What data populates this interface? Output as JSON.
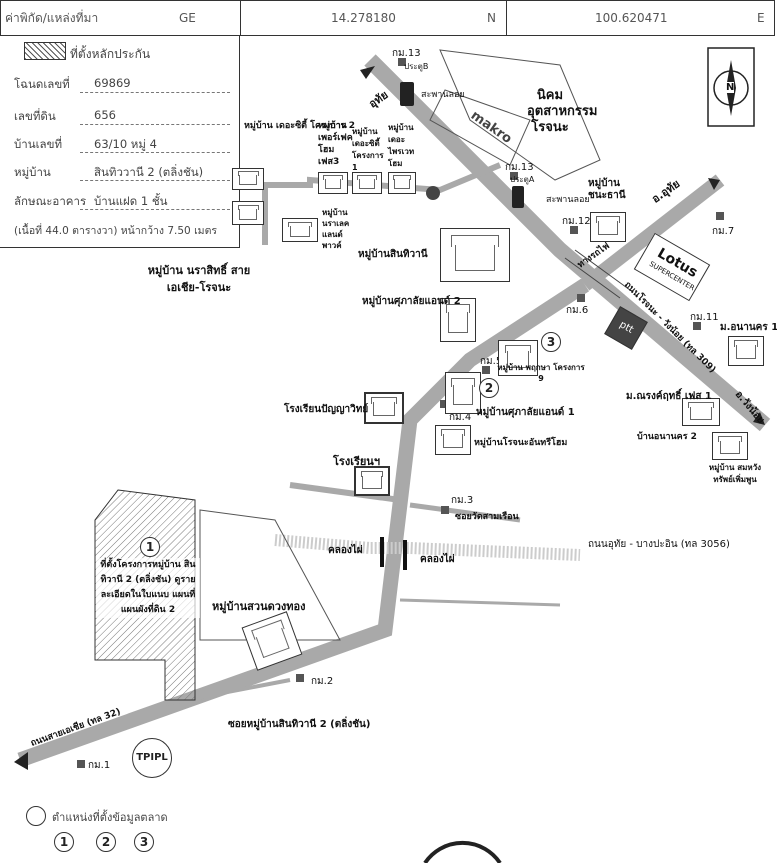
{
  "header": {
    "label": "ค่าพิกัด/แหล่งที่มา",
    "ge": "GE",
    "lat": "14.278180",
    "n": "N",
    "lon": "100.620471",
    "e": "E"
  },
  "info": {
    "legend_label": "ที่ตั้งหลักประกัน",
    "rows": [
      {
        "k": "โฉนดเลขที่",
        "v": "69869"
      },
      {
        "k": "เลขที่ดิน",
        "v": "656"
      },
      {
        "k": "บ้านเลขที่",
        "v": "63/10 หมู่ 4"
      },
      {
        "k": "หมู่บ้าน",
        "v": "สินทิววานี 2 (ตลิ่งชัน)"
      },
      {
        "k": "ลักษณะอาคาร",
        "v": "บ้านแฝด 1 ชั้น"
      }
    ],
    "note": "(เนื้อที่ 44.0 ตารางวา) หน้ากว้าง 7.50 เมตร"
  },
  "map": {
    "villages": {
      "sinthiwa_area": "หมู่บ้านสินทิวานี",
      "praethip_2": "หมู่บ้านศุภาลัยแอนด์ 2",
      "suanduangthong": "หมู่บ้านสวนดวงทอง",
      "nasarat": "หมู่บ้าน นราสิทธิ์ สายเอเชีย-โรจนะ",
      "sathaporn": "หมู่บ้าน เดอะซิตี้ โครงการ 2",
      "perfect": "หมู่บ้าน เพอร์เฟค โฮม เฟส3",
      "thecity1": "หมู่บ้าน เดอะซิตี้ โครงการ 1",
      "thepratab": "หมู่บ้าน เดอะ ไพรเวท โฮม",
      "namthong": "หมู่บ้าน นราเลค แลนด์ พาวค์",
      "chanthani": "หมู่บ้าน ชนะธานี",
      "pruksa": "หมู่บ้าน พฤกษา โครงการ 9",
      "supalai1": "หมู่บ้านศุภาลัยแอนด์ 1",
      "rojana": "หมู่บ้านโรจนะอันทรีโฮม",
      "narongrit1": "ม.ณรงค์ฤทธิ์ เฟส 1",
      "anakorn1": "ม.อนานคร 1",
      "anakorn2": "บ้านอนานคร 2",
      "somsak": "หมู่บ้าน สมหวังทรัพย์เพิ่มพูน"
    },
    "places": {
      "factory_pin": "โรงเรียนปัญญาวิทย์",
      "factory2": "โรงเรียนฯ",
      "makro": "makro",
      "nikom": "นิคม อุตสาหกรรม โรจนะ",
      "lotus": "Lotus",
      "lotus_sub": "SUPERCENTER",
      "ptt": "ptt",
      "bridge1": "สะพานลอย",
      "bridge2": "สะพานลอย",
      "gate_a": "ประตูA",
      "gate_b": "ประตูB",
      "rail": "ทางรถไฟ",
      "tpi": "TPIPL"
    },
    "roads": {
      "uthai_north": "อ.อุทัย",
      "uthai_top": "อุทัย",
      "wangnoi": "อ.วังน้อย",
      "rojana_rd": "ถนนโรจนะ - วังน้อย (ทล 309)",
      "asia_rd": "ถนนสายเอเชีย (ทล 32)",
      "uthai_bangpa": "ถนนอุทัย - บางปะอิน (ทล 3056)",
      "soi_sinthiwa": "ซอยหมู่บ้านสินทิวานี 2 (ตลิ่งชัน)",
      "soi_wat": "ซอยวัดสามเรือน",
      "canal1": "คลองไผ่",
      "canal2": "คลองไผ่",
      "project": "ที่ตั้งโครงการหมู่บ้าน สินทิวานี 2 (ตลิ่งชัน) ดูรายละเอียดในใบแนบ แผนที่แผนผังที่ดิน 2"
    },
    "km": [
      "กม.1",
      "กม.2",
      "กม.3",
      "กม.4",
      "กม.5",
      "กม.6",
      "กม.7",
      "กม.11",
      "กม.12",
      "กม.13",
      "กม.13"
    ],
    "circles": [
      "1",
      "2",
      "3"
    ],
    "compass": "N"
  },
  "footer": {
    "legend": "ตำแหน่งที่ตั้งข้อมูลตลาด",
    "nums": [
      "1",
      "2",
      "3"
    ]
  }
}
